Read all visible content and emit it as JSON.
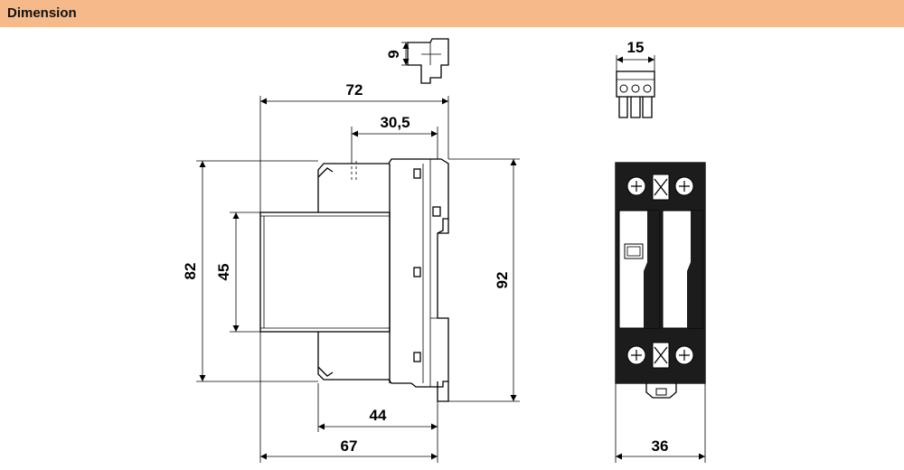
{
  "header": {
    "title": "Dimension",
    "background": "#f6b98a"
  },
  "dimensions": {
    "terminal_height": "9",
    "terminal_width": "15",
    "overall_depth": "72",
    "depth_to_rail_front": "30,5",
    "body_height": "82",
    "front_height": "45",
    "overall_height": "92",
    "rail_depth": "44",
    "base_depth": "67",
    "module_width": "36"
  }
}
